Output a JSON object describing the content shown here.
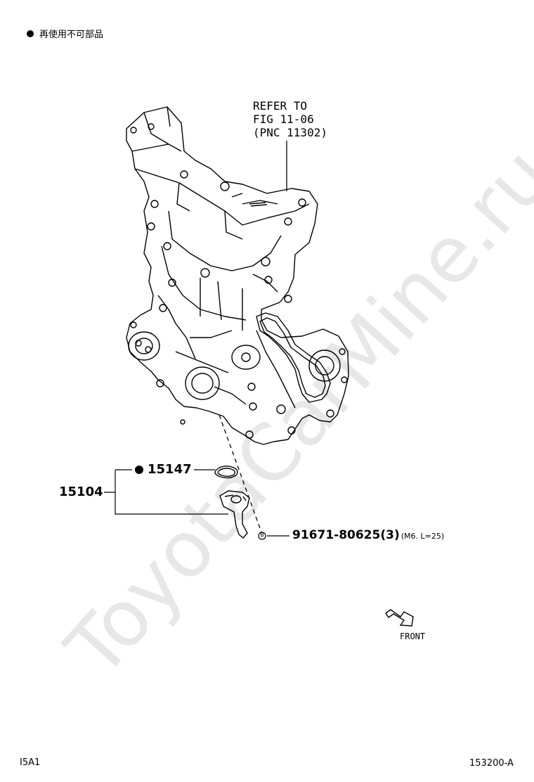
{
  "legend": {
    "text": "再使用不可部品"
  },
  "refer": {
    "line1": "REFER TO",
    "line2": "FIG 11-06",
    "line3": "(PNC 11302)"
  },
  "parts": {
    "assembly": "15104",
    "gasket": "15147",
    "bolt_number": "91671-80625(3)",
    "bolt_spec": "(M6. L=25)",
    "bolt_marker": "B"
  },
  "front": {
    "label": "FRONT"
  },
  "footer": {
    "left": "I5A1",
    "right": "153200-A"
  },
  "watermark": {
    "text": "ToyotaCarMine.ru"
  }
}
